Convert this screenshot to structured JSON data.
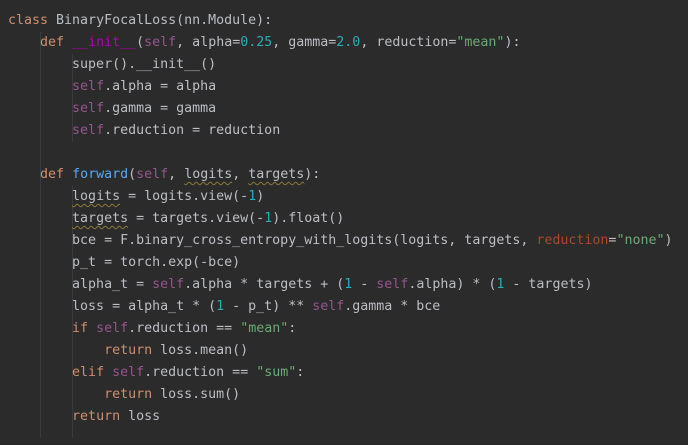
{
  "editor": {
    "language": "python",
    "colors": {
      "background": "#2b2b2b",
      "text": "#bcbec4",
      "keyword": "#cf8e6d",
      "self": "#94558d",
      "number": "#2aacb8",
      "string": "#6aab73",
      "dunder": "#b200b2",
      "function": "#56a8f5",
      "named_param": "#aa4926"
    },
    "lines": [
      [
        {
          "t": "class",
          "c": "kw"
        },
        {
          "t": " BinaryFocalLoss(nn.Module):"
        }
      ],
      [
        {
          "t": "    "
        },
        {
          "t": "def",
          "c": "kw"
        },
        {
          "t": " "
        },
        {
          "t": "__init__",
          "c": "dunder"
        },
        {
          "t": "("
        },
        {
          "t": "self",
          "c": "self"
        },
        {
          "t": ", alpha="
        },
        {
          "t": "0.25",
          "c": "num"
        },
        {
          "t": ", gamma="
        },
        {
          "t": "2.0",
          "c": "num"
        },
        {
          "t": ", reduction="
        },
        {
          "t": "\"mean\"",
          "c": "str"
        },
        {
          "t": "):"
        }
      ],
      [
        {
          "t": "        super().__init__()"
        }
      ],
      [
        {
          "t": "        "
        },
        {
          "t": "self",
          "c": "self"
        },
        {
          "t": ".alpha = alpha"
        }
      ],
      [
        {
          "t": "        "
        },
        {
          "t": "self",
          "c": "self"
        },
        {
          "t": ".gamma = gamma"
        }
      ],
      [
        {
          "t": "        "
        },
        {
          "t": "self",
          "c": "self"
        },
        {
          "t": ".reduction = reduction"
        }
      ],
      [
        {
          "t": ""
        }
      ],
      [
        {
          "t": "    "
        },
        {
          "t": "def",
          "c": "kw"
        },
        {
          "t": " "
        },
        {
          "t": "forward",
          "c": "fn"
        },
        {
          "t": "("
        },
        {
          "t": "self",
          "c": "self"
        },
        {
          "t": ", "
        },
        {
          "t": "logits",
          "c": "warn"
        },
        {
          "t": ", "
        },
        {
          "t": "targets",
          "c": "warn"
        },
        {
          "t": "):"
        }
      ],
      [
        {
          "t": "        "
        },
        {
          "t": "logits",
          "c": "warn"
        },
        {
          "t": " = logits.view(-"
        },
        {
          "t": "1",
          "c": "num"
        },
        {
          "t": ")"
        }
      ],
      [
        {
          "t": "        "
        },
        {
          "t": "targets",
          "c": "warn"
        },
        {
          "t": " = targets.view(-"
        },
        {
          "t": "1",
          "c": "num"
        },
        {
          "t": ").float()"
        }
      ],
      [
        {
          "t": "        bce = F.binary_cross_entropy_with_logits(logits, targets, "
        },
        {
          "t": "reduction",
          "c": "param"
        },
        {
          "t": "="
        },
        {
          "t": "\"none\"",
          "c": "str"
        },
        {
          "t": ")"
        }
      ],
      [
        {
          "t": "        p_t = torch.exp(-bce)"
        }
      ],
      [
        {
          "t": "        alpha_t = "
        },
        {
          "t": "self",
          "c": "self"
        },
        {
          "t": ".alpha * targets + ("
        },
        {
          "t": "1",
          "c": "num"
        },
        {
          "t": " - "
        },
        {
          "t": "self",
          "c": "self"
        },
        {
          "t": ".alpha) * ("
        },
        {
          "t": "1",
          "c": "num"
        },
        {
          "t": " - targets)"
        }
      ],
      [
        {
          "t": "        loss = alpha_t * ("
        },
        {
          "t": "1",
          "c": "num"
        },
        {
          "t": " - p_t) ** "
        },
        {
          "t": "self",
          "c": "self"
        },
        {
          "t": ".gamma * bce"
        }
      ],
      [
        {
          "t": "        "
        },
        {
          "t": "if",
          "c": "kw"
        },
        {
          "t": " "
        },
        {
          "t": "self",
          "c": "self"
        },
        {
          "t": ".reduction == "
        },
        {
          "t": "\"mean\"",
          "c": "str"
        },
        {
          "t": ":"
        }
      ],
      [
        {
          "t": "            "
        },
        {
          "t": "return",
          "c": "kw"
        },
        {
          "t": " loss.mean()"
        }
      ],
      [
        {
          "t": "        "
        },
        {
          "t": "elif",
          "c": "kw"
        },
        {
          "t": " "
        },
        {
          "t": "self",
          "c": "self"
        },
        {
          "t": ".reduction == "
        },
        {
          "t": "\"sum\"",
          "c": "str"
        },
        {
          "t": ":"
        }
      ],
      [
        {
          "t": "            "
        },
        {
          "t": "return",
          "c": "kw"
        },
        {
          "t": " loss.sum()"
        }
      ],
      [
        {
          "t": "        "
        },
        {
          "t": "return",
          "c": "kw"
        },
        {
          "t": " loss"
        }
      ]
    ]
  }
}
